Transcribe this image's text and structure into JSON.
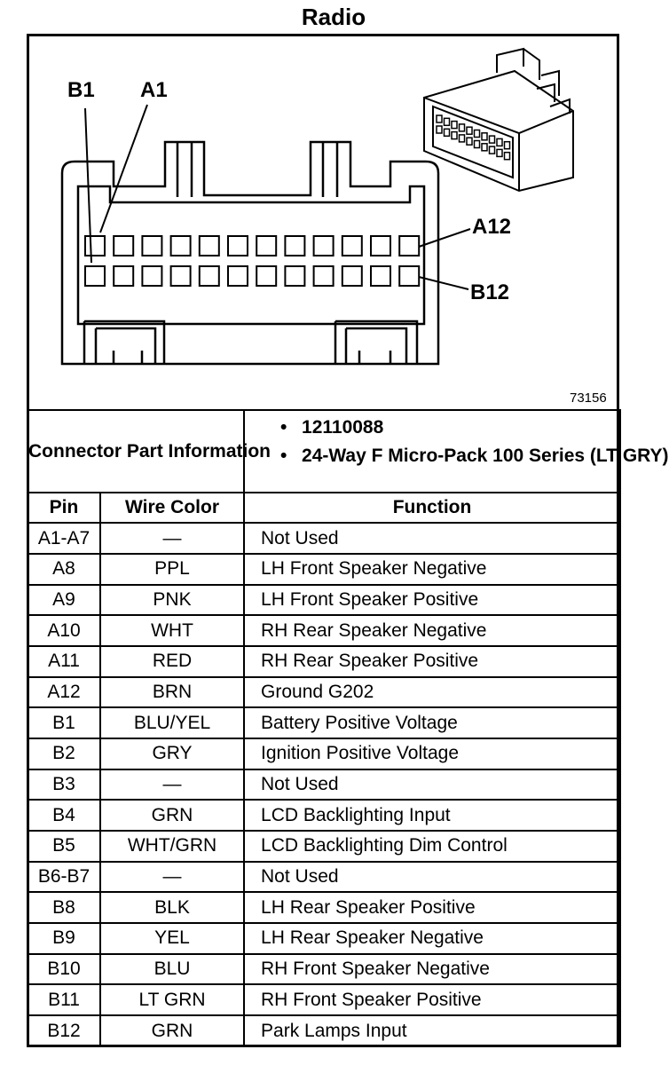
{
  "title": "Radio",
  "diagram": {
    "labels": {
      "b1": "B1",
      "a1": "A1",
      "a12": "A12",
      "b12": "B12"
    },
    "figure_number": "73156",
    "row_a_cavities": 12,
    "row_b_cavities": 12
  },
  "connector": {
    "label": "Connector Part Information",
    "part_number": "12110088",
    "description": "24-Way F Micro-Pack 100 Series (LT GRY)"
  },
  "table": {
    "headers": {
      "pin": "Pin",
      "wire": "Wire Color",
      "function": "Function"
    },
    "rows": [
      {
        "pin": "A1-A7",
        "wire": "—",
        "function": "Not Used"
      },
      {
        "pin": "A8",
        "wire": "PPL",
        "function": "LH Front Speaker Negative"
      },
      {
        "pin": "A9",
        "wire": "PNK",
        "function": "LH Front Speaker Positive"
      },
      {
        "pin": "A10",
        "wire": "WHT",
        "function": "RH Rear Speaker Negative"
      },
      {
        "pin": "A11",
        "wire": "RED",
        "function": "RH Rear Speaker Positive"
      },
      {
        "pin": "A12",
        "wire": "BRN",
        "function": "Ground G202"
      },
      {
        "pin": "B1",
        "wire": "BLU/YEL",
        "function": "Battery Positive Voltage"
      },
      {
        "pin": "B2",
        "wire": "GRY",
        "function": "Ignition Positive Voltage"
      },
      {
        "pin": "B3",
        "wire": "—",
        "function": "Not Used"
      },
      {
        "pin": "B4",
        "wire": "GRN",
        "function": "LCD Backlighting Input"
      },
      {
        "pin": "B5",
        "wire": "WHT/GRN",
        "function": "LCD Backlighting Dim Control"
      },
      {
        "pin": "B6-B7",
        "wire": "—",
        "function": "Not Used"
      },
      {
        "pin": "B8",
        "wire": "BLK",
        "function": "LH Rear Speaker Positive"
      },
      {
        "pin": "B9",
        "wire": "YEL",
        "function": "LH Rear Speaker Negative"
      },
      {
        "pin": "B10",
        "wire": "BLU",
        "function": "RH Front Speaker Negative"
      },
      {
        "pin": "B11",
        "wire": "LT GRN",
        "function": "RH Front Speaker Positive"
      },
      {
        "pin": "B12",
        "wire": "GRN",
        "function": "Park Lamps Input"
      }
    ]
  }
}
